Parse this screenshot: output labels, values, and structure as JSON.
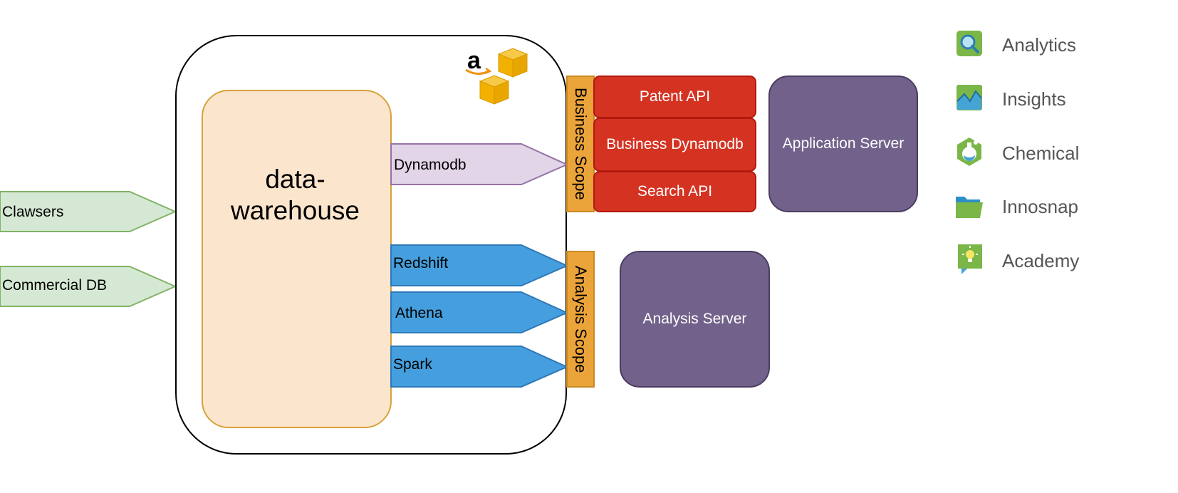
{
  "inputs": [
    "Clawsers",
    "Commercial DB"
  ],
  "warehouse": {
    "title": "data-\nwarehouse"
  },
  "connectors": {
    "dynamodb": "Dynamodb",
    "redshift": "Redshift",
    "athena": "Athena",
    "spark": "Spark"
  },
  "scopes": {
    "business": "Business Scope",
    "analysis": "Analysis Scope"
  },
  "apis": [
    "Patent API",
    "Business Dynamodb",
    "Search API"
  ],
  "servers": {
    "application": "Application Server",
    "analysis": "Analysis Server"
  },
  "legend": [
    "Analytics",
    "Insights",
    "Chemical",
    "Innosnap",
    "Academy"
  ],
  "legend_icons": [
    "magnifier-icon",
    "line-chart-icon",
    "flask-icon",
    "folder-icon",
    "lightbulb-icon"
  ],
  "colors": {
    "input_fill": "#d5e8d4",
    "input_stroke": "#82b366",
    "warehouse_fill": "#fce5cd",
    "warehouse_stroke": "#d6a23a",
    "dynamodb_fill": "#e1d5e7",
    "dynamodb_stroke": "#9673a6",
    "blue_fill": "#459fde",
    "blue_stroke": "#2f78b8",
    "scope_fill": "#eba43a",
    "scope_stroke": "#c98a21",
    "api_fill": "#d53322",
    "api_stroke": "#b3180f",
    "server_fill": "#72628b",
    "server_stroke": "#4a3d62",
    "legend_green": "#7ab648"
  }
}
